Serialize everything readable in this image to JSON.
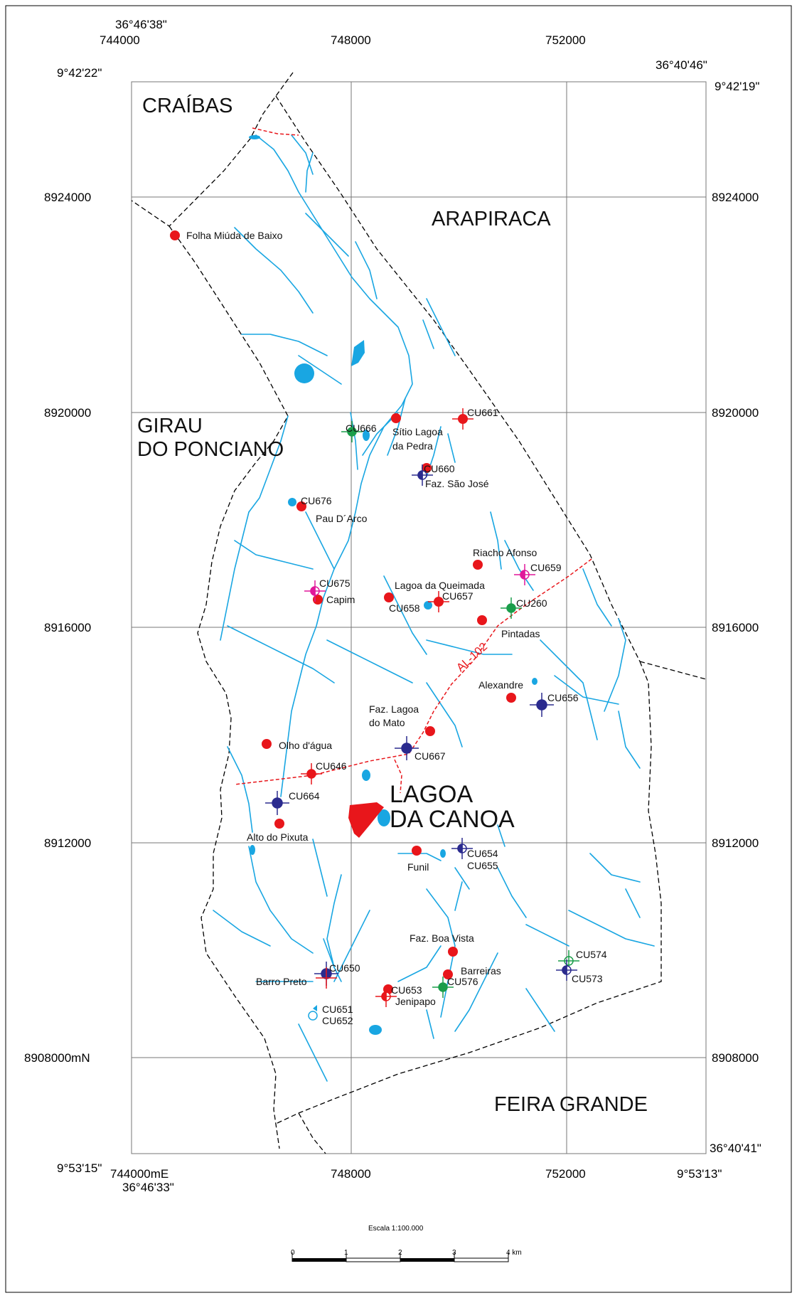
{
  "colors": {
    "water": "#19a6e2",
    "red": "#e8161b",
    "navy": "#2b2b8e",
    "green": "#1a9d4a",
    "magenta": "#e0179a",
    "grid": "#777777"
  },
  "coords": {
    "tl_lon": "36°46'38\"",
    "tr_lon": "36°40'46\"",
    "tl_lat": "9°42'22\"",
    "tr_lat": "9°42'19\"",
    "bl_lat": "9°53'15\"",
    "br_lat_top": "36°40'41\"",
    "br_lat": "9°53'13\"",
    "bl_lon": "36°46'33\"",
    "e_top": [
      "744000",
      "748000",
      "752000"
    ],
    "e_bottom": [
      "744000mE",
      "748000",
      "752000"
    ],
    "n_left": [
      "8924000",
      "8920000",
      "8916000",
      "8912000",
      "8908000mN"
    ],
    "n_right": [
      "8924000",
      "8920000",
      "8916000",
      "8912000",
      "8908000"
    ]
  },
  "municipalities": {
    "craibas": "CRAÍBAS",
    "arapiraca": "ARAPIRACA",
    "girau_1": "GIRAU",
    "girau_2": "DO PONCIANO",
    "feira": "FEIRA GRANDE",
    "lagoa_1": "LAGOA",
    "lagoa_2": "DA CANOA"
  },
  "road_label": "AL-102",
  "places": {
    "folha": "Folha Miúda de Baixo",
    "sitio1": "Sítio Lagoa",
    "sitio2": "da Pedra",
    "faz_sj": "Faz. São José",
    "pau": "Pau D´Arco",
    "riacho": "Riacho Afonso",
    "lagoa_q": "Lagoa da Queimada",
    "capim": "Capim",
    "pintadas": "Pintadas",
    "alexandre": "Alexandre",
    "faz_lm1": "Faz. Lagoa",
    "faz_lm2": "do Mato",
    "olho": "Olho d'água",
    "alto": "Alto do Pixuta",
    "funil": "Funil",
    "boa_vista": "Faz. Boa Vista",
    "barreiras": "Barreiras",
    "barro": "Barro Preto",
    "jenipapo": "Jenipapo"
  },
  "stations": {
    "cu661": "CU661",
    "cu666": "CU666",
    "cu660": "CU660",
    "cu676": "CU676",
    "cu659": "CU659",
    "cu675": "CU675",
    "cu657": "CU657",
    "cu658": "CU658",
    "cu260": "CU260",
    "cu656": "CU656",
    "cu667": "CU667",
    "cu646": "CU646",
    "cu664": "CU664",
    "cu654": "CU654",
    "cu655": "CU655",
    "cu574": "CU574",
    "cu573": "CU573",
    "cu650": "CU650",
    "cu576": "CU576",
    "cu653": "CU653",
    "cu651": "CU651",
    "cu652": "CU652"
  },
  "scale": {
    "label": "Escala   1:100.000",
    "ticks": [
      "0",
      "1",
      "2",
      "3",
      "4 km"
    ]
  }
}
